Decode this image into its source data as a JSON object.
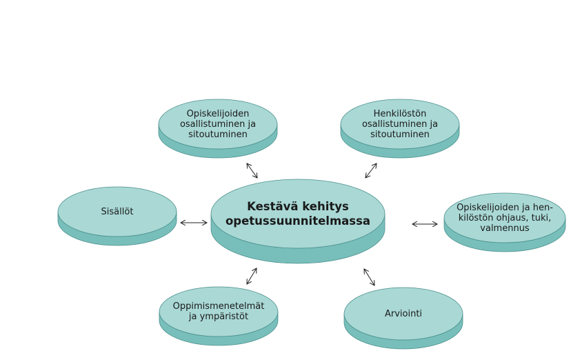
{
  "colors": {
    "disc_top": "#a9d8d5",
    "disc_side": "#78bfbb",
    "disc_stroke": "#4a8f8c",
    "arrow": "#1f1f1f"
  },
  "center": {
    "label": "Kestävä kehitys\nopetussuunnitelmassa"
  },
  "nodes": [
    {
      "id": "opiskelijoiden-osallistuminen",
      "label": "Opiskelijoiden\nosallistuminen ja\nsitoutuminen"
    },
    {
      "id": "henkiloston-osallistuminen",
      "label": "Henkilöstön\nosallistuminen ja\nsitoutuminen"
    },
    {
      "id": "sisallot",
      "label": "Sisällöt"
    },
    {
      "id": "ohjaus-tuki",
      "label": "Opiskelijoiden ja hen-\nkilöstön ohjaus, tuki,\nvalmennus"
    },
    {
      "id": "oppimismenetelmat",
      "label": "Oppimismenetelmät\nja ympäristöt"
    },
    {
      "id": "arviointi",
      "label": "Arviointi"
    }
  ]
}
